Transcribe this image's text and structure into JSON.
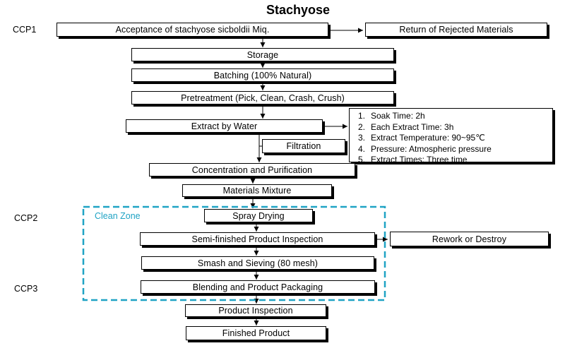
{
  "title": "Stachyose",
  "ccp_labels": {
    "ccp1": "CCP1",
    "ccp2": "CCP2",
    "ccp3": "CCP3"
  },
  "zone_label": "Clean Zone",
  "steps": {
    "acceptance": "Acceptance of stachyose sicboldii Miq.",
    "return_rejected": "Return of Rejected Materials",
    "storage": "Storage",
    "batching": "Batching (100% Natural)",
    "pretreatment": "Pretreatment (Pick, Clean, Crash, Crush)",
    "extract_by_water": "Extract by Water",
    "filtration": "Filtration",
    "concentration": "Concentration and Purification",
    "materials_mixture": "Materials Mixture",
    "spray_drying": "Spray Drying",
    "semi_finished_inspection": "Semi-finished Product Inspection",
    "rework_destroy": "Rework or Destroy",
    "smash_sieving": "Smash and Sieving (80 mesh)",
    "blending_packaging": "Blending and Product Packaging",
    "product_inspection": "Product Inspection",
    "finished_product": "Finished Product"
  },
  "extraction_params": [
    {
      "num": "1.",
      "text": "Soak Time: 2h"
    },
    {
      "num": "2.",
      "text": "Each Extract Time: 3h"
    },
    {
      "num": "3.",
      "text": "Extract Temperature: 90~95℃"
    },
    {
      "num": "4.",
      "text": "Pressure: Atmospheric pressure"
    },
    {
      "num": "5.",
      "text": "Extract Times: Three time"
    }
  ],
  "colors": {
    "line": "#000000",
    "zone_border": "#1fa3c4",
    "zone_label": "#1fa3c4",
    "box_shadow": "#000000"
  }
}
